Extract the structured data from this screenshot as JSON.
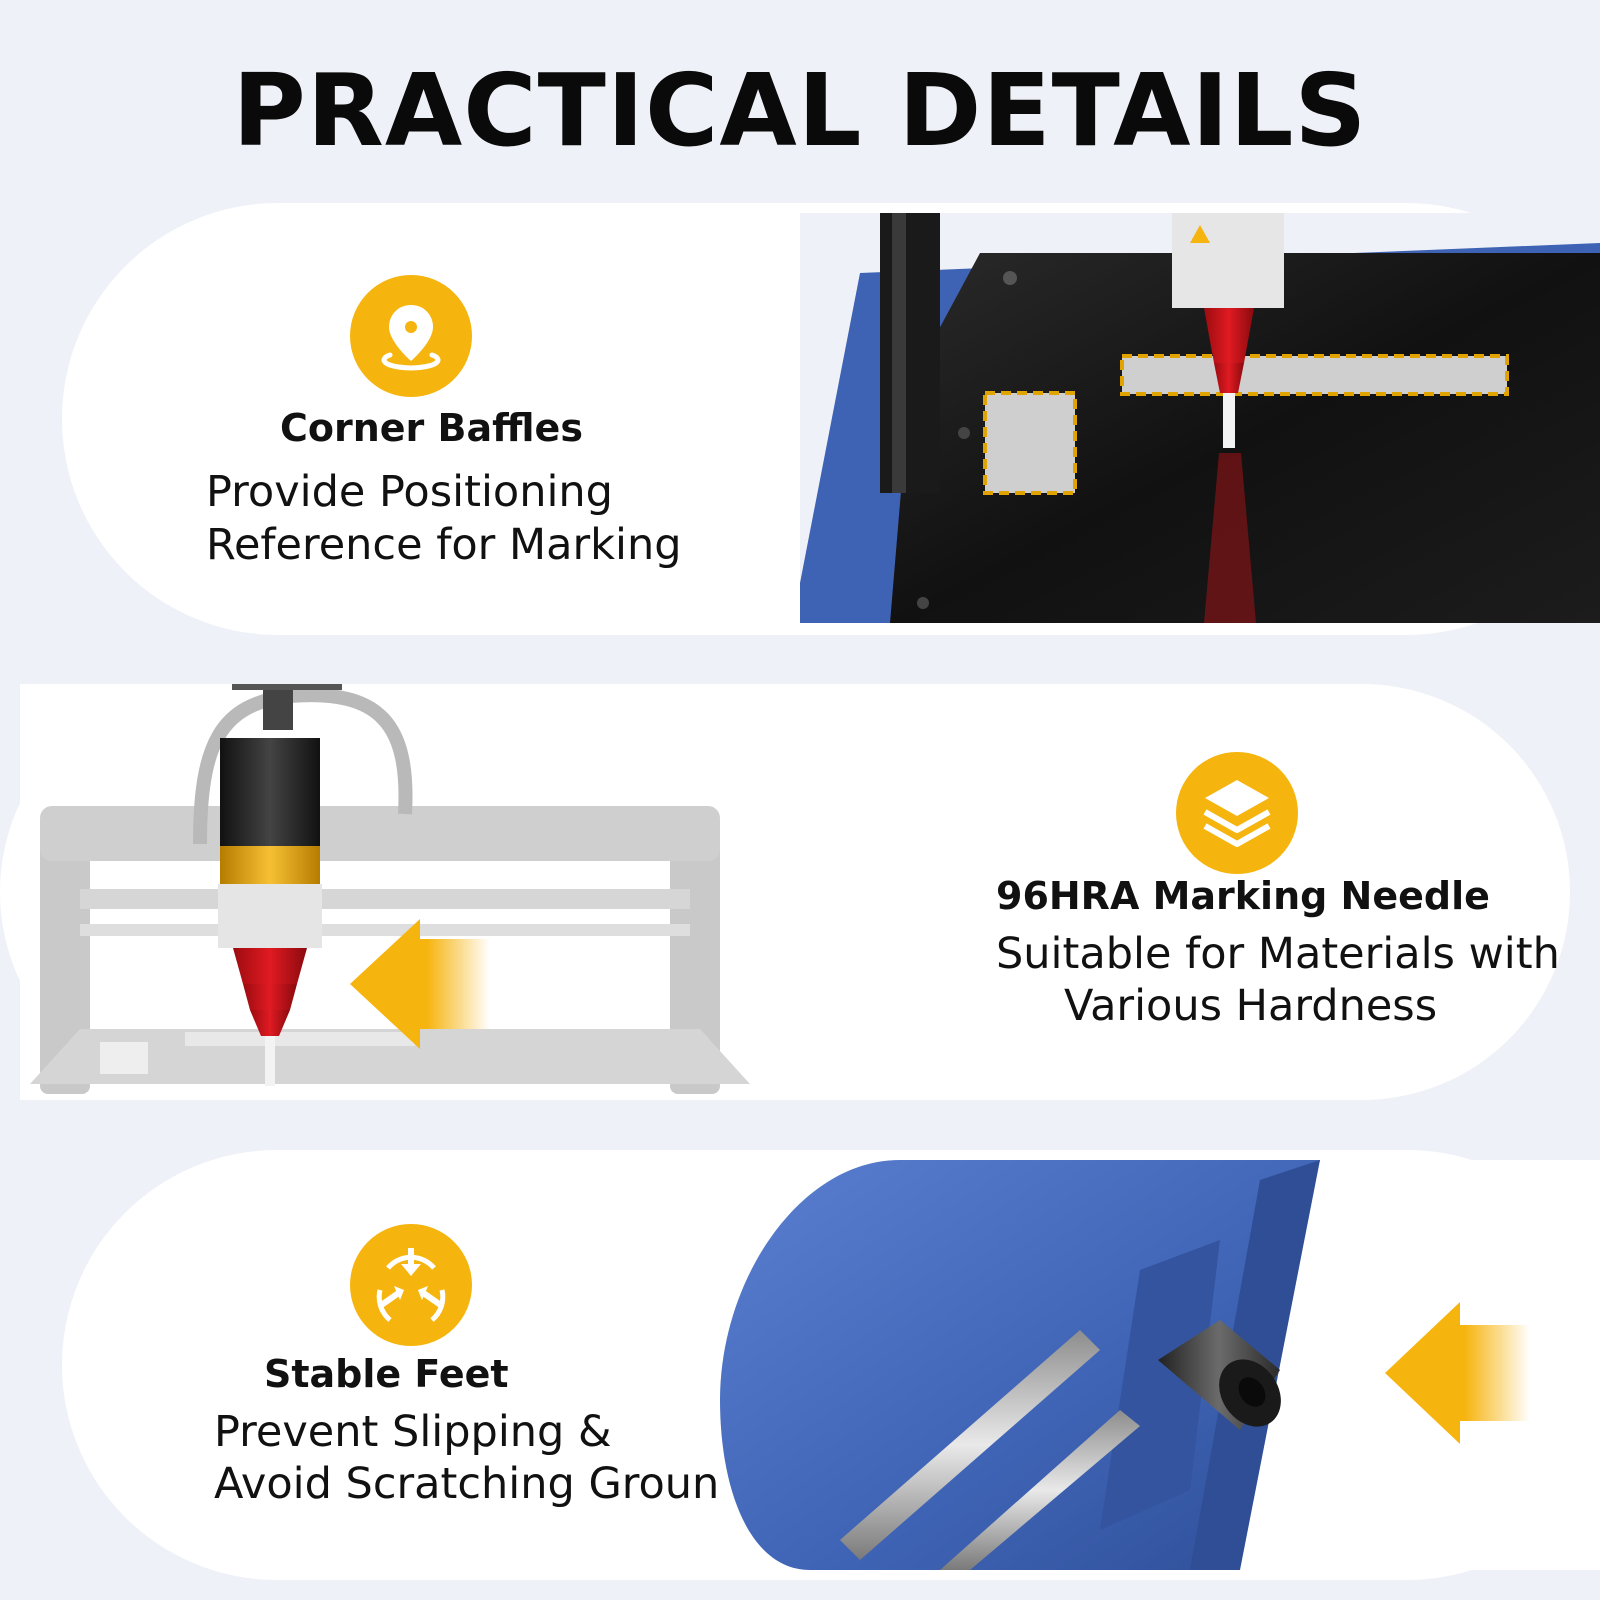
{
  "page": {
    "title": "PRACTICAL DETAILS"
  },
  "features": [
    {
      "icon": "location-pin-icon",
      "title": "Corner Baffles",
      "desc_lines": [
        "Provide Positioning",
        "Reference for Marking"
      ]
    },
    {
      "icon": "layers-icon",
      "title": "96HRA Marking Needle",
      "desc_lines": [
        "Suitable for Materials with",
        "Various Hardness"
      ]
    },
    {
      "icon": "stability-arrows-icon",
      "title": "Stable Feet",
      "desc_lines": [
        "Prevent Slipping &",
        "Avoid Scratching Ground"
      ]
    }
  ],
  "colors": {
    "accent": "#f6b40f",
    "machine_blue": "#3f63b4",
    "plate_black": "#111111",
    "needle_red": "#d4141b"
  }
}
